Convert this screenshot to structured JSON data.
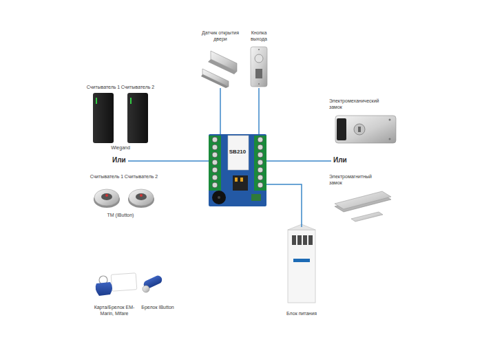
{
  "diagram": {
    "nodes": [
      {
        "text": [
          "SB210"
        ]
      },
      {
        "text": [
          "Датчик открытия двери"
        ]
      },
      {
        "text": [
          "Кнопка выхода"
        ]
      },
      {
        "text": [
          "Считыватель 1"
        ]
      },
      {
        "text": [
          "Считыватель 2"
        ]
      },
      {
        "text": [
          "Считыватель 1"
        ]
      },
      {
        "text": [
          "Считыватель 2"
        ]
      },
      {
        "text": [
          "Электромеханический замок"
        ]
      },
      {
        "text": [
          "Электромагнитный замок"
        ]
      },
      {
        "text": [
          "Блок питания"
        ]
      },
      {
        "text": [
          "Карта/Брелок EM-Marin, Mifare"
        ]
      },
      {
        "text": [
          "Брелок IButton"
        ]
      }
    ],
    "edges": [
      {
        "from": 0,
        "to": 1,
        "arrow": "none"
      },
      {
        "from": 0,
        "to": 2,
        "arrow": "none"
      },
      {
        "from": 0,
        "to": 9,
        "arrow": "none"
      }
    ],
    "labels": [
      "Wiegand",
      "Или",
      "TM (IButton)",
      "Или"
    ]
  }
}
